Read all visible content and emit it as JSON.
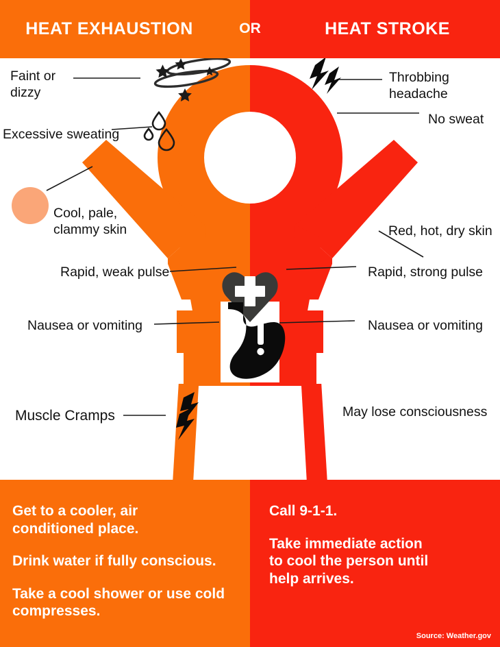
{
  "header": {
    "left_title": "HEAT\nEXHAUSTION",
    "divider_label": "OR",
    "right_title": "HEAT\nSTROKE"
  },
  "colors": {
    "orange": "#FA6E0A",
    "red": "#F92410",
    "skin_swatch": "#FAA678",
    "icon_dark": "#3A3A38",
    "icon_black": "#000000",
    "text": "#111111",
    "white": "#FFFFFF"
  },
  "symptoms": {
    "left_column_heading": "HEAT EXHAUSTION",
    "right_column_heading": "HEAT STROKE",
    "left": [
      {
        "id": "faint-or-dizzy",
        "label": "Faint or\ndizzy",
        "icon": "dizzy-stars-icon"
      },
      {
        "id": "excessive-sweating",
        "label": "Excessive sweating",
        "icon": "sweat-drops-icon"
      },
      {
        "id": "cool-pale-clammy-skin",
        "label": "Cool, pale,\nclammy skin",
        "icon": "skin-swatch-icon"
      },
      {
        "id": "rapid-weak-pulse",
        "label": "Rapid, weak pulse",
        "icon": "heart-pulse-icon"
      },
      {
        "id": "nausea-or-vomiting-left",
        "label": "Nausea or vomiting",
        "icon": "stomach-icon"
      },
      {
        "id": "muscle-cramps",
        "label": "Muscle Cramps",
        "icon": "cramp-bolt-icon"
      }
    ],
    "right": [
      {
        "id": "throbbing-headache",
        "label": "Throbbing\nheadache",
        "icon": "headache-bolt-icon"
      },
      {
        "id": "no-sweat",
        "label": "No sweat",
        "icon": "none"
      },
      {
        "id": "red-hot-dry-skin",
        "label": "Red, hot, dry skin",
        "icon": "none"
      },
      {
        "id": "rapid-strong-pulse",
        "label": "Rapid, strong pulse",
        "icon": "heart-pulse-icon"
      },
      {
        "id": "nausea-or-vomiting-right",
        "label": "Nausea or vomiting",
        "icon": "stomach-icon"
      },
      {
        "id": "may-lose-consciousness",
        "label": "May lose consciousness",
        "icon": "none"
      }
    ]
  },
  "advice": {
    "left": [
      "Get to a cooler, air\nconditioned place.",
      "Drink water if fully conscious.",
      "Take a cool shower or use cold\ncompresses."
    ],
    "right": [
      "Call 9-1-1.",
      "Take immediate action\nto cool the person until\nhelp arrives."
    ]
  },
  "source": "Source: Weather.gov"
}
